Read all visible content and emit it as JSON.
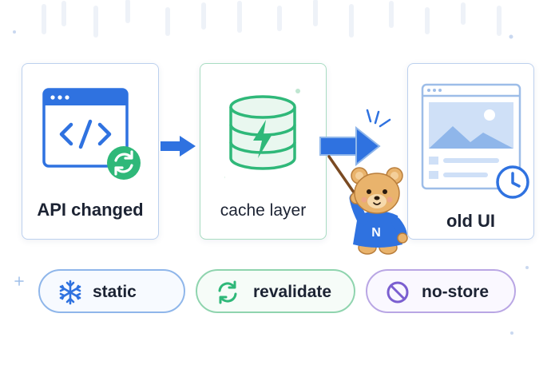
{
  "cards": {
    "api": {
      "label": "API changed",
      "icons": [
        "browser-window-icon",
        "code-brackets-icon",
        "refresh-icon"
      ]
    },
    "cache": {
      "label": "cache layer",
      "icons": [
        "database-icon",
        "lightning-bolt-icon"
      ]
    },
    "old": {
      "label": "old UI",
      "icons": [
        "webpage-icon",
        "image-icon",
        "clock-icon"
      ]
    }
  },
  "mascot": {
    "letter": "N"
  },
  "pills": [
    {
      "label": "static",
      "icon": "snowflake-icon"
    },
    {
      "label": "revalidate",
      "icon": "refresh-icon"
    },
    {
      "label": "no-store",
      "icon": "prohibited-icon"
    }
  ],
  "colors": {
    "blue": "#2f72e0",
    "green": "#2fb879",
    "purple": "#7b5fd0",
    "cardBorderBlue": "#bcd0ee",
    "cardBorderGreen": "#a9dcc2"
  }
}
